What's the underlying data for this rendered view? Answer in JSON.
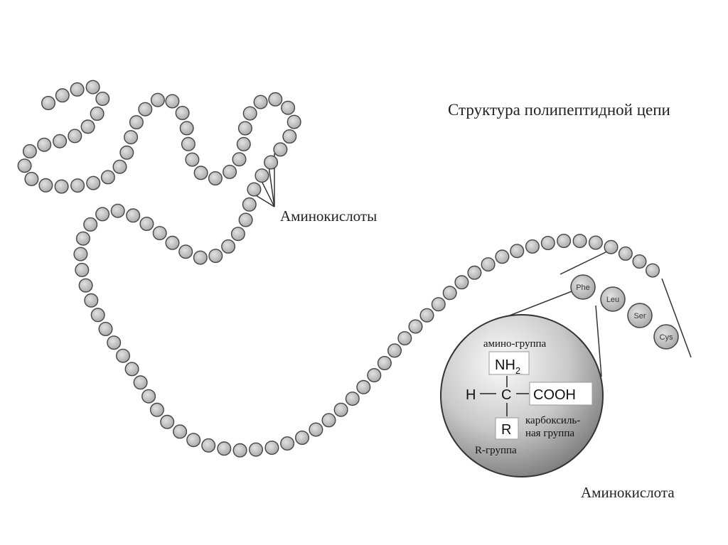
{
  "title": "Структура полипептидной цепи",
  "labels": {
    "amino_acids": "Аминокислоты",
    "amino_acid": "Аминокислота",
    "amino_group": "амино-группа",
    "carboxyl_group_line1": "карбоксиль-",
    "carboxyl_group_line2": "ная группа",
    "r_group": "R-группа"
  },
  "formula": {
    "nh2": "NH",
    "nh2_sub": "2",
    "h": "H",
    "c": "C",
    "cooh": "COOH",
    "r": "R",
    "dash_left": "–",
    "dash_right": "–",
    "bond_v": "|"
  },
  "residues": [
    "Phe",
    "Leu",
    "Ser",
    "Cys"
  ]
}
